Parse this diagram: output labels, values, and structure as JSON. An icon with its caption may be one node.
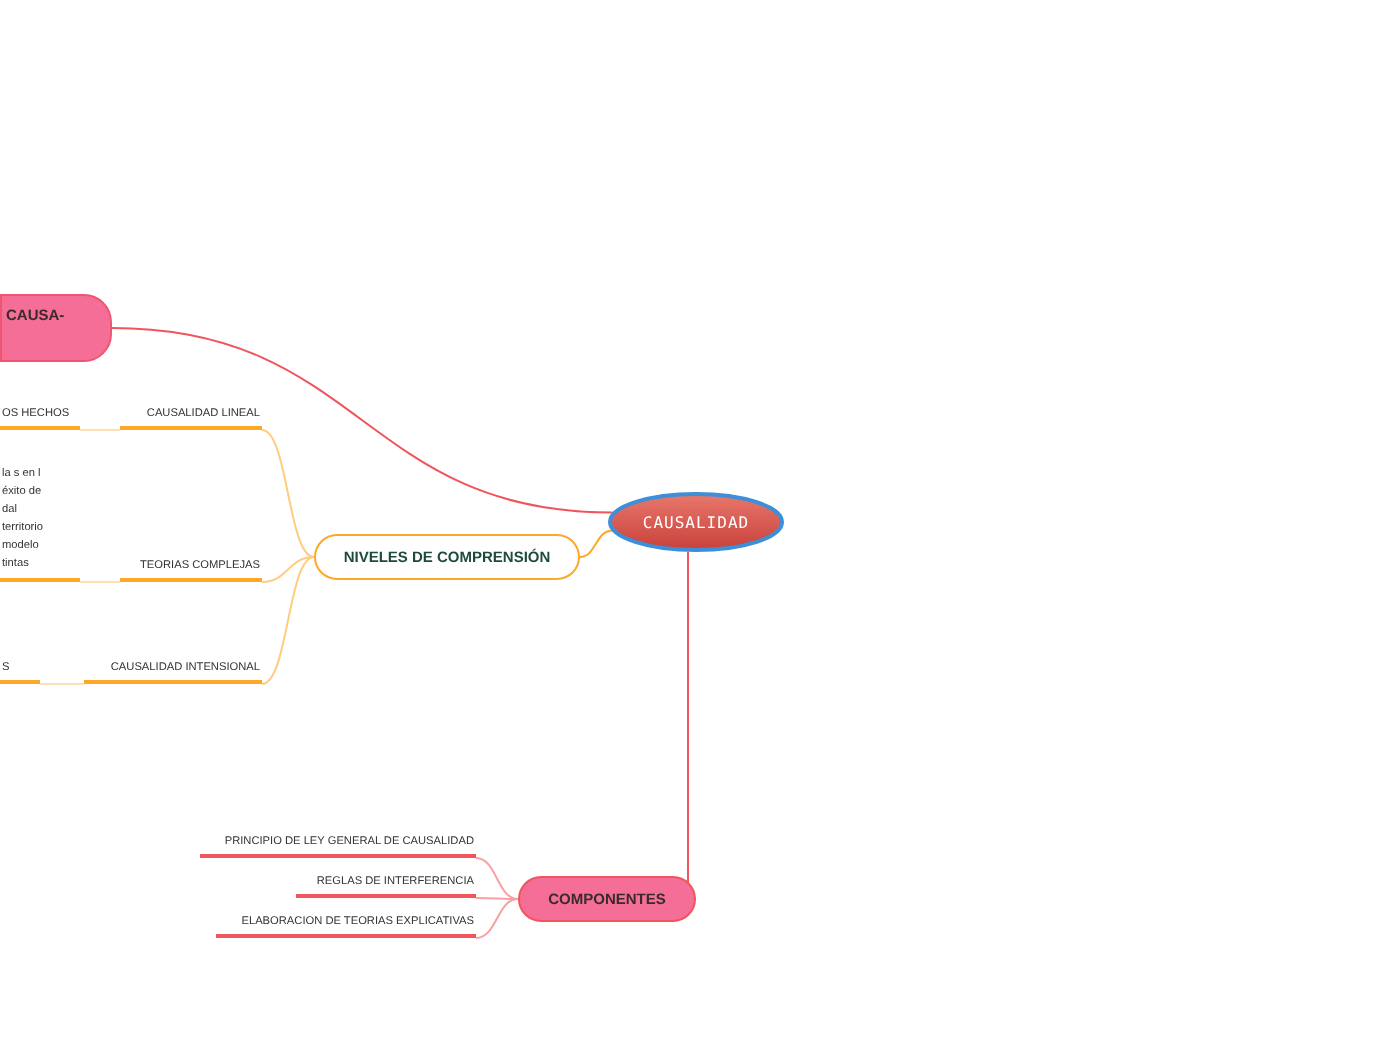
{
  "diagram": {
    "nodes": [
      {
        "text": [
          "CAUSALIDAD"
        ]
      },
      {
        "text": [
          "CAUSA-"
        ]
      },
      {
        "text": [
          "NIVELES DE COMPRENSIÓN"
        ]
      },
      {
        "text": [
          "CAUSALIDAD LINEAL"
        ]
      },
      {
        "text": [
          "OS HECHOS"
        ]
      },
      {
        "text": [
          "TEORIAS COMPLEJAS"
        ]
      },
      {
        "text": [
          "la s en l éxito de dal territorio modelo tintas"
        ]
      },
      {
        "text": [
          "CAUSALIDAD INTENSIONAL"
        ]
      },
      {
        "text": [
          "S"
        ]
      },
      {
        "text": [
          "COMPONENTES"
        ]
      },
      {
        "text": [
          "PRINCIPIO DE LEY GENERAL DE CAUSALIDAD"
        ]
      },
      {
        "text": [
          "REGLAS DE INTERFERENCIA"
        ]
      },
      {
        "text": [
          "ELABORACION DE TEORIAS EXPLICATIVAS"
        ]
      }
    ],
    "edges": [
      {
        "from": 0,
        "to": 1,
        "arrow": "none",
        "color": "#f0545c"
      },
      {
        "from": 0,
        "to": 2,
        "arrow": "none",
        "color": "#ffa726"
      },
      {
        "from": 2,
        "to": 3,
        "arrow": "none",
        "color": "#ffcc80"
      },
      {
        "from": 2,
        "to": 5,
        "arrow": "none",
        "color": "#ffcc80"
      },
      {
        "from": 2,
        "to": 7,
        "arrow": "none",
        "color": "#ffcc80"
      },
      {
        "from": 3,
        "to": 4,
        "arrow": "none",
        "color": "#ffe0b2"
      },
      {
        "from": 5,
        "to": 6,
        "arrow": "none",
        "color": "#ffe0b2"
      },
      {
        "from": 7,
        "to": 8,
        "arrow": "none",
        "color": "#ffe0b2"
      },
      {
        "from": 0,
        "to": 9,
        "arrow": "none",
        "color": "#f0545c"
      },
      {
        "from": 9,
        "to": 10,
        "arrow": "none",
        "color": "#f8a0a4"
      },
      {
        "from": 9,
        "to": 11,
        "arrow": "none",
        "color": "#f8a0a4"
      },
      {
        "from": 9,
        "to": 12,
        "arrow": "none",
        "color": "#f8a0a4"
      }
    ]
  }
}
